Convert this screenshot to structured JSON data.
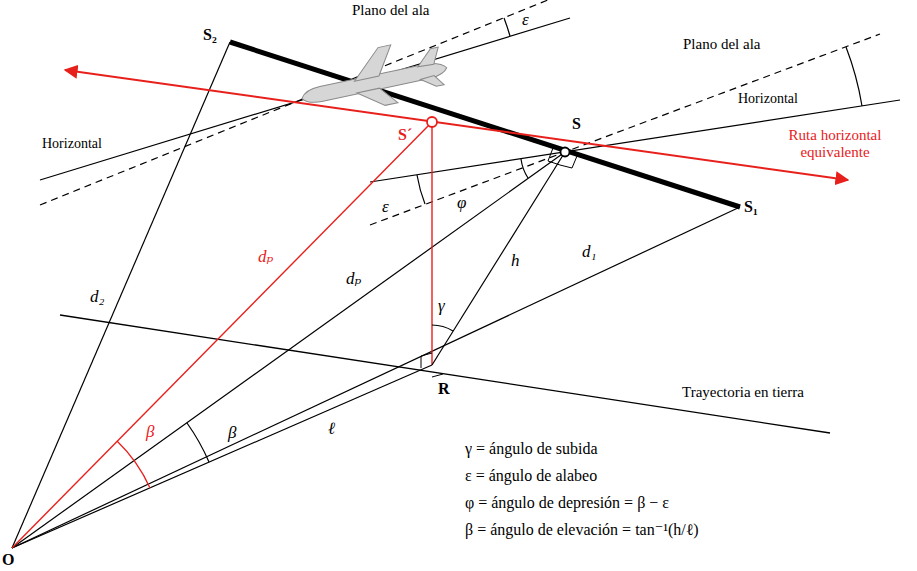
{
  "diagram": {
    "labels": [
      "Plano del ala",
      "ε",
      "Plano del ala",
      "S₂",
      "Horizontal",
      "Horizontal",
      "S´",
      "S",
      "Ruta horizontal equivalente",
      "S₁",
      "ε",
      "φ",
      "h",
      "d₂",
      "dₚ",
      "dₚ",
      "d₁",
      "γ",
      "R",
      "β",
      "β",
      "ℓ",
      "Trayectoria en tierra",
      "O",
      "γ = ángulo de subida",
      "ε = ángulo de alabeo",
      "φ = ángulo de depresión = β − ε",
      "β = ángulo de elevación = tan⁻¹(h/ℓ)"
    ]
  }
}
